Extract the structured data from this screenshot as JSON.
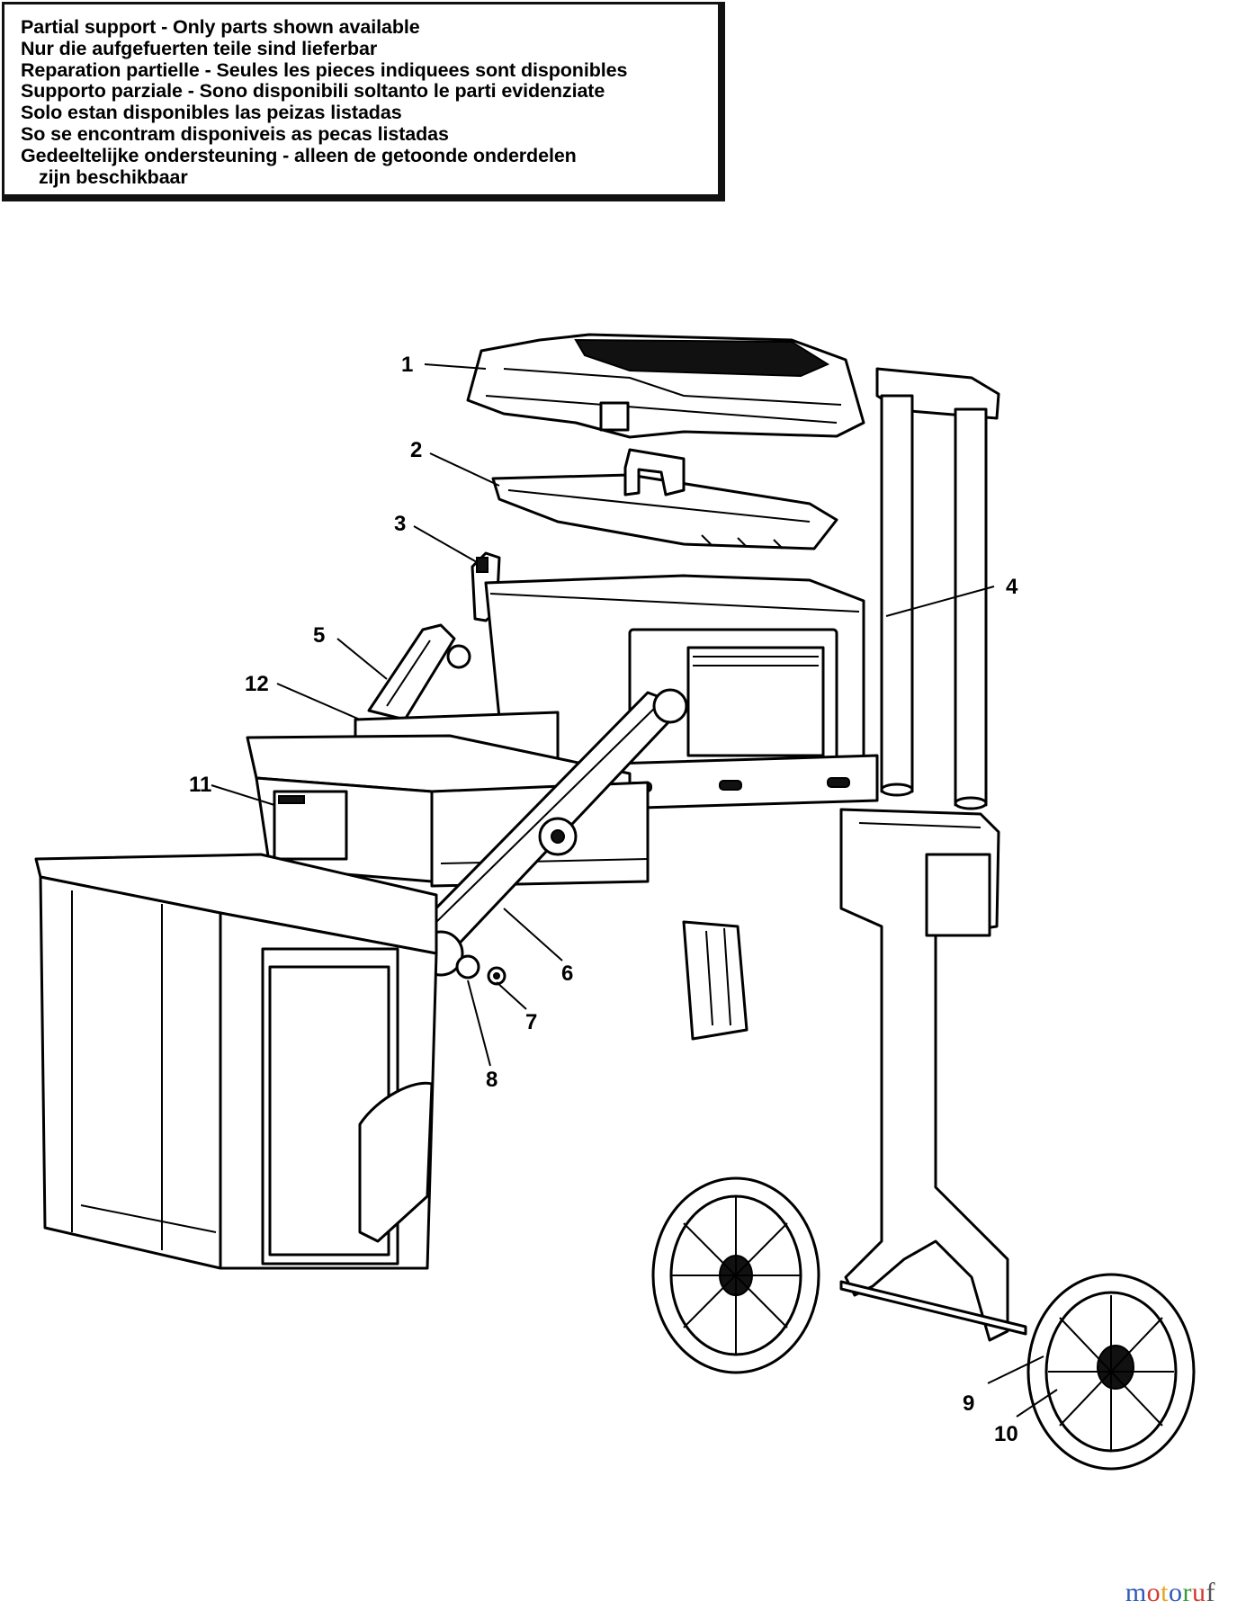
{
  "notice": {
    "lines": [
      "Partial support - Only parts shown available",
      "Nur die aufgefuerten teile sind lieferbar",
      "Reparation partielle - Seules les pieces indiquees sont disponibles",
      "Supporto parziale - Sono disponibili soltanto le parti evidenziate",
      "Solo estan disponibles las peizas listadas",
      "So se encontram disponiveis as pecas listadas",
      "Gedeeltelijke ondersteuning - alleen de getoonde onderdelen",
      "zijn beschikbaar"
    ]
  },
  "callouts": {
    "c1": "1",
    "c2": "2",
    "c3": "3",
    "c4": "4",
    "c5": "5",
    "c6": "6",
    "c7": "7",
    "c8": "8",
    "c9": "9",
    "c10": "10",
    "c11": "11",
    "c12": "12"
  },
  "watermark": {
    "parts": [
      "m",
      "o",
      "t",
      "o",
      "r",
      "u",
      "f"
    ]
  }
}
